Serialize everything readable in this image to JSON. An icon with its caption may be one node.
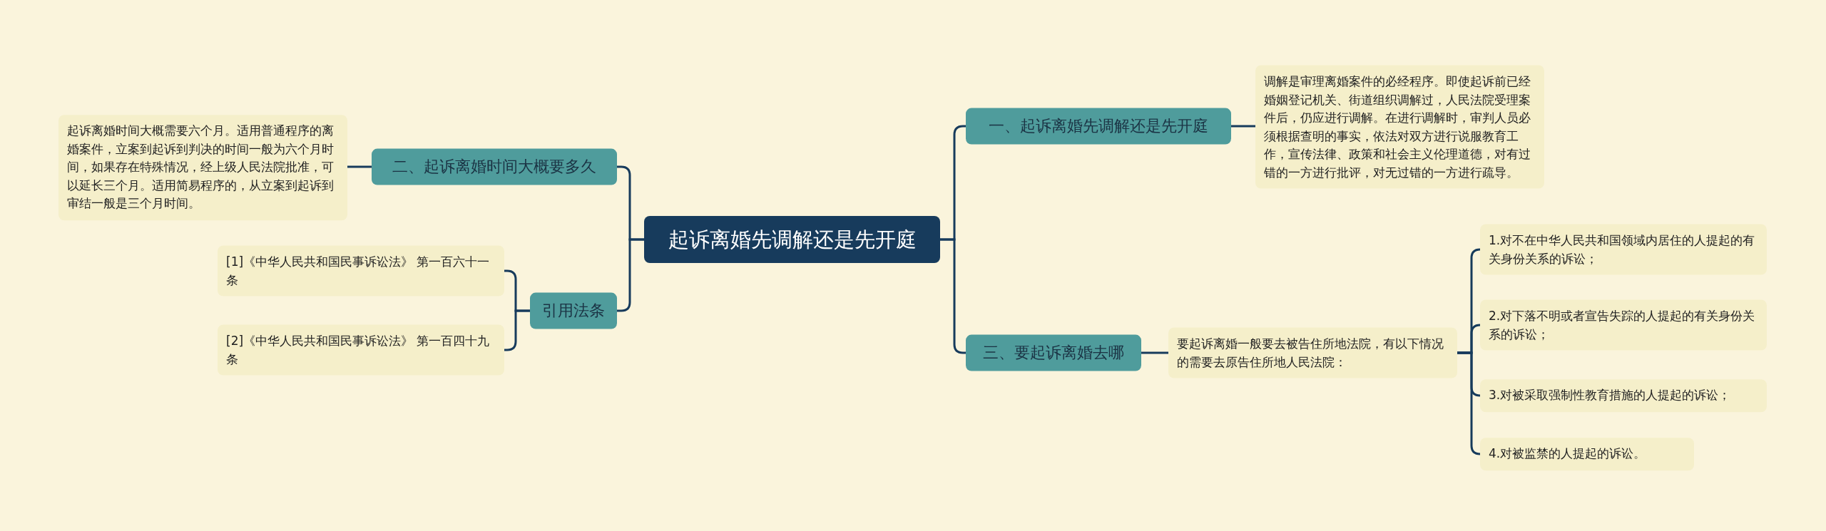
{
  "diagram": {
    "nodes": [
      {
        "text": [
          "起诉离婚先调解还是先开庭"
        ]
      },
      {
        "text": [
          "二、起诉离婚时间大概要多久"
        ]
      },
      {
        "text": [
          "起诉离婚时间大概需要六个月。适用普通程序的离婚案件，立案到起诉到判决的时间一般为六个月时间，如果存在特殊情况，经上级人民法院批准，可以延长三个月。适用简易程序的，从立案到起诉到审结一般是三个月时间。"
        ]
      },
      {
        "text": [
          "引用法条"
        ]
      },
      {
        "text": [
          "[1]《中华人民共和国民事诉讼法》 第一百六十一条"
        ]
      },
      {
        "text": [
          "[2]《中华人民共和国民事诉讼法》 第一百四十九条"
        ]
      },
      {
        "text": [
          "一、起诉离婚先调解还是先开庭"
        ]
      },
      {
        "text": [
          "调解是审理离婚案件的必经程序。即使起诉前已经婚姻登记机关、街道组织调解过，人民法院受理案件后，仍应进行调解。在进行调解时，审判人员必须根据查明的事实，依法对双方进行说服教育工作，宣传法律、政策和社会主义伦理道德，对有过错的一方进行批评，对无过错的一方进行疏导。"
        ]
      },
      {
        "text": [
          "三、要起诉离婚去哪"
        ]
      },
      {
        "text": [
          "要起诉离婚一般要去被告住所地法院，有以下情况的需要去原告住所地人民法院："
        ]
      },
      {
        "text": [
          "1.对不在中华人民共和国领域内居住的人提起的有关身份关系的诉讼；"
        ]
      },
      {
        "text": [
          "2.对下落不明或者宣告失踪的人提起的有关身份关系的诉讼；"
        ]
      },
      {
        "text": [
          "3.对被采取强制性教育措施的人提起的诉讼；"
        ]
      },
      {
        "text": [
          "4.对被监禁的人提起的诉讼。"
        ]
      }
    ],
    "edges": [
      {
        "from": 0,
        "to": 1,
        "arrow": "none"
      },
      {
        "from": 1,
        "to": 2,
        "arrow": "none"
      },
      {
        "from": 0,
        "to": 3,
        "arrow": "none"
      },
      {
        "from": 3,
        "to": 4,
        "arrow": "none"
      },
      {
        "from": 3,
        "to": 5,
        "arrow": "none"
      },
      {
        "from": 0,
        "to": 6,
        "arrow": "none"
      },
      {
        "from": 6,
        "to": 7,
        "arrow": "none"
      },
      {
        "from": 0,
        "to": 8,
        "arrow": "none"
      },
      {
        "from": 8,
        "to": 9,
        "arrow": "none"
      },
      {
        "from": 9,
        "to": 10,
        "arrow": "none"
      },
      {
        "from": 9,
        "to": 11,
        "arrow": "none"
      },
      {
        "from": 9,
        "to": 12,
        "arrow": "none"
      },
      {
        "from": 9,
        "to": 13,
        "arrow": "none"
      }
    ]
  }
}
